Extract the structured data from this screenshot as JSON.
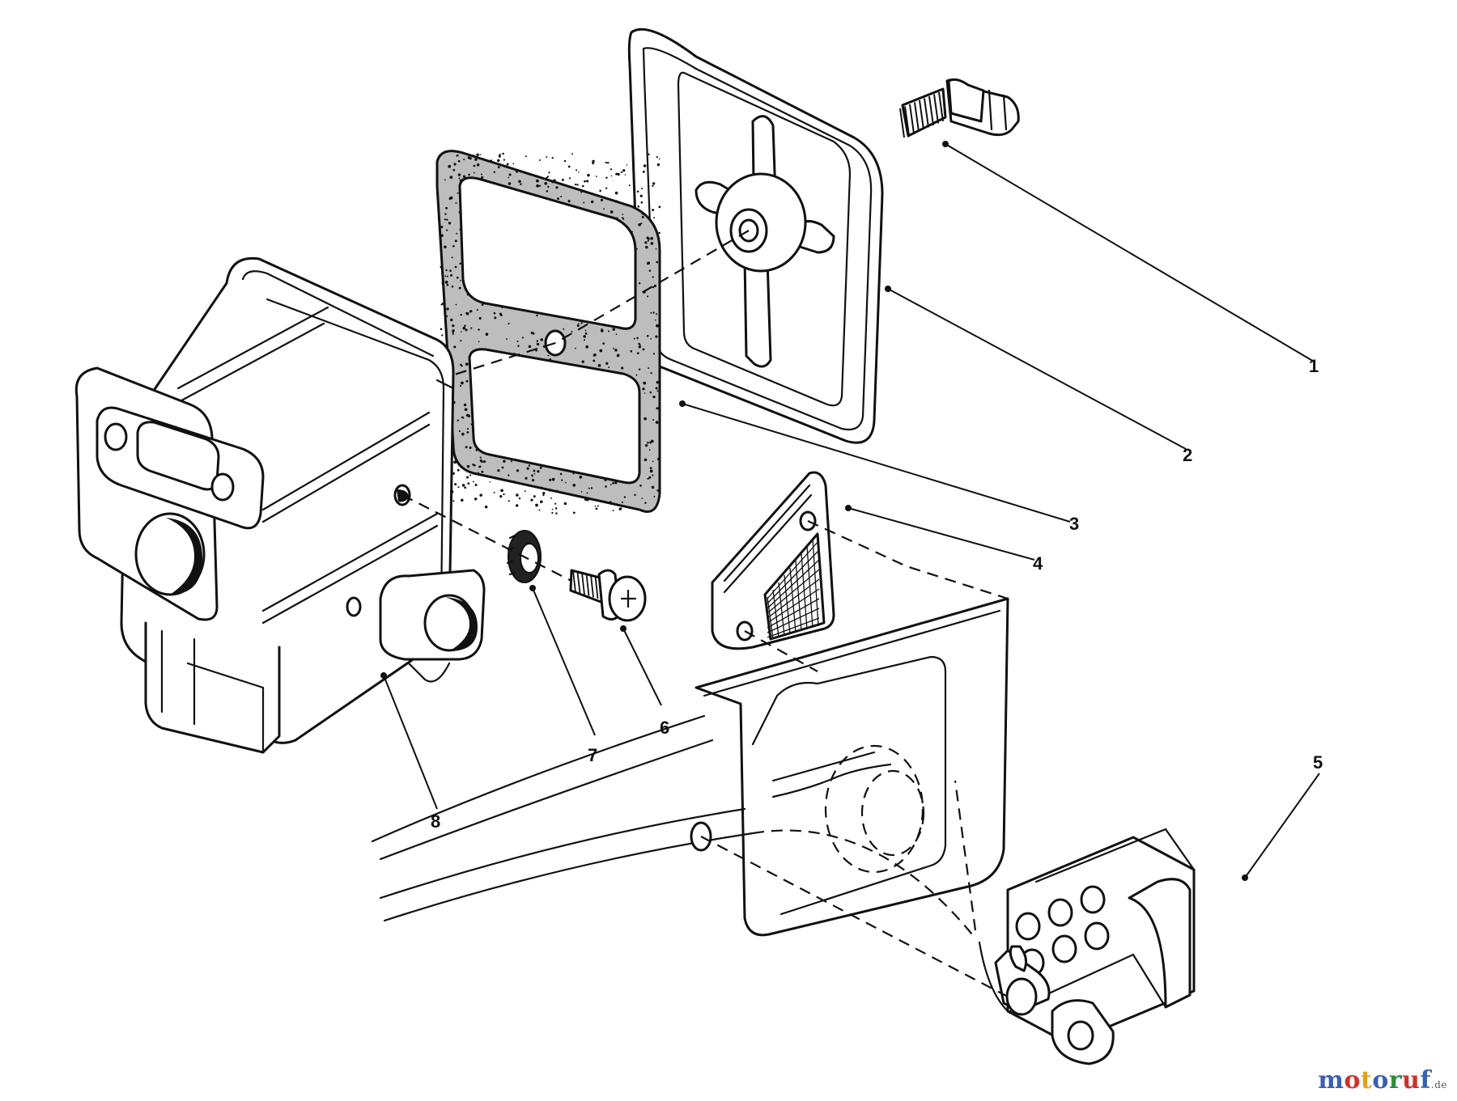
{
  "diagram": {
    "callouts": [
      {
        "id": "1",
        "label": "1"
      },
      {
        "id": "2",
        "label": "2"
      },
      {
        "id": "3",
        "label": "3"
      },
      {
        "id": "4",
        "label": "4"
      },
      {
        "id": "5",
        "label": "5"
      },
      {
        "id": "6",
        "label": "6"
      },
      {
        "id": "7",
        "label": "7"
      },
      {
        "id": "8",
        "label": "8"
      }
    ]
  },
  "watermark": {
    "letters": [
      "m",
      "o",
      "t",
      "o",
      "r",
      "u",
      "f"
    ],
    "colors": [
      "#3a5fb0",
      "#d0312d",
      "#e6a117",
      "#3a5fb0",
      "#2e8b3e",
      "#d0312d",
      "#3a5fb0"
    ],
    "suffix": ".de"
  }
}
